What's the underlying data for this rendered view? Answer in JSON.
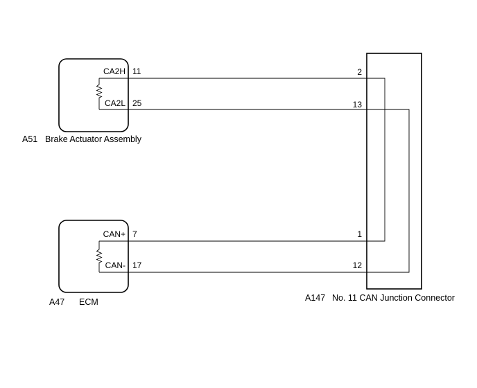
{
  "diagram": {
    "components": {
      "brake_actuator": {
        "code": "A51",
        "name": "Brake Actuator Assembly",
        "pins": {
          "high": {
            "signal": "CA2H",
            "pin": "11"
          },
          "low": {
            "signal": "CA2L",
            "pin": "25"
          }
        }
      },
      "ecm": {
        "code": "A47",
        "name": "ECM",
        "pins": {
          "high": {
            "signal": "CAN+",
            "pin": "7"
          },
          "low": {
            "signal": "CAN-",
            "pin": "17"
          }
        }
      },
      "junction_connector": {
        "code": "A147",
        "name": "No. 11 CAN Junction Connector",
        "pins": {
          "p2": "2",
          "p13": "13",
          "p1": "1",
          "p12": "12"
        }
      }
    }
  }
}
